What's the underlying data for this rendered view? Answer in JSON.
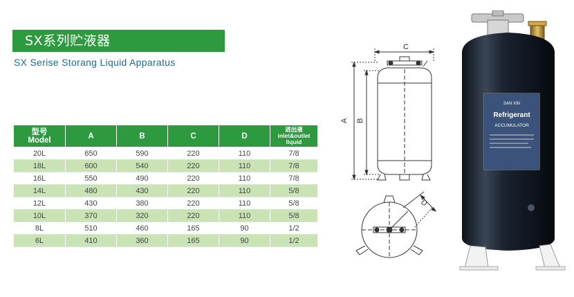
{
  "header": {
    "title": "SX系列贮液器",
    "subtitle": "SX Serise Storang Liquid Apparatus"
  },
  "table": {
    "headers": [
      {
        "line1": "型号",
        "line2": "Model"
      },
      {
        "line1": "A",
        "line2": ""
      },
      {
        "line1": "B",
        "line2": ""
      },
      {
        "line1": "C",
        "line2": ""
      },
      {
        "line1": "D",
        "line2": ""
      },
      {
        "line1": "进出液",
        "line2": "inlet&outlet liquid"
      }
    ],
    "rows": [
      [
        "20L",
        "650",
        "590",
        "220",
        "110",
        "7/8"
      ],
      [
        "18L",
        "600",
        "540",
        "220",
        "110",
        "7/8"
      ],
      [
        "16L",
        "550",
        "490",
        "220",
        "110",
        "7/8"
      ],
      [
        "14L",
        "480",
        "430",
        "220",
        "110",
        "5/8"
      ],
      [
        "12L",
        "430",
        "380",
        "220",
        "110",
        "5/8"
      ],
      [
        "10L",
        "370",
        "320",
        "220",
        "110",
        "5/8"
      ],
      [
        "8L",
        "510",
        "460",
        "165",
        "90",
        "1/2"
      ],
      [
        "6L",
        "410",
        "360",
        "165",
        "90",
        "1/2"
      ]
    ]
  },
  "diagram": {
    "label_a": "A",
    "label_b": "B",
    "label_c": "C",
    "label_d": "D"
  },
  "photo": {
    "label_brand": "SAN XIN",
    "label_line1": "Refrigerant",
    "label_line2": "ACCUMULATOR"
  },
  "colors": {
    "accent_green": "#2e9a3f",
    "row_alt": "#c9e3b4",
    "subtitle_blue": "#1f6b8e",
    "tank_dark": "#1b2330"
  }
}
